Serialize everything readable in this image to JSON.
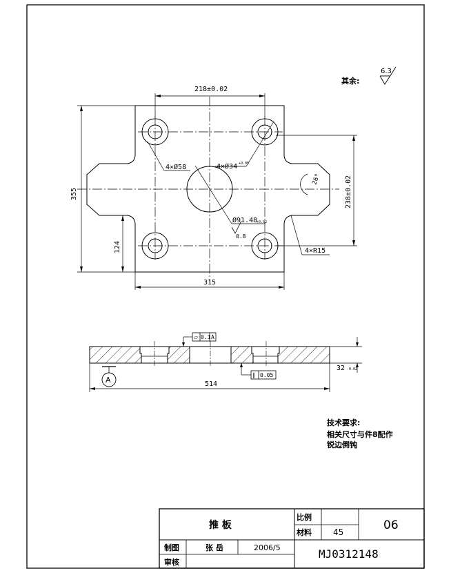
{
  "surface_roughness": {
    "rest_label": "其余:",
    "rest_value": "6.3",
    "angle_value": "26",
    "small_value": "0.8"
  },
  "top_view": {
    "dim_hole_spacing_x": "218±0.02",
    "dim_hole_spacing_y": "238±0.02",
    "dim_total_height": "355",
    "dim_lower_offset": "124",
    "dim_body_width": "315",
    "label_counterbore": "4×Ø58",
    "label_through_hole": "4×Ø34",
    "label_through_hole_tol": "+0.05",
    "label_center_hole": "Ø91.48",
    "label_center_hole_tol": "+0.02",
    "label_radius": "4×R15",
    "label_angle": "26°"
  },
  "section_view": {
    "dim_total_width": "514",
    "dim_thickness": "32",
    "dim_thickness_tol": "-0.02",
    "flatness_tol": "0.1",
    "flatness_datum": "A",
    "parallel_tol": "0.05",
    "datum_label": "A"
  },
  "tech_requirements": {
    "heading": "技术要求:",
    "line1": "相关尺寸与件8配作",
    "line2": "锐边倒钝"
  },
  "title_block": {
    "part_name": "推  板",
    "scale_label": "比例",
    "scale_value": "",
    "material_label": "材料",
    "material_value": "45",
    "sheet_number": "06",
    "drawn_label": "制图",
    "drawn_by": "张 岳",
    "date": "2006/5",
    "check_label": "审核",
    "drawing_number": "MJ0312148"
  }
}
